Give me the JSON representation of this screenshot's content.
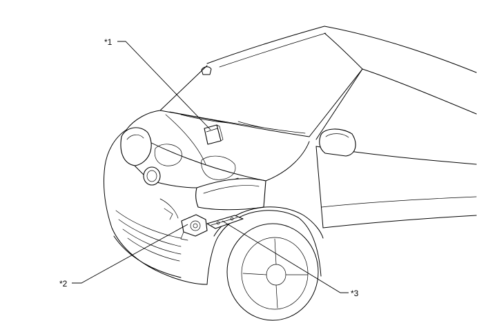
{
  "callouts": [
    {
      "label": "*1"
    },
    {
      "label": "*2"
    },
    {
      "label": "*3"
    }
  ],
  "colors": {
    "line": "#000000",
    "background": "#ffffff"
  }
}
